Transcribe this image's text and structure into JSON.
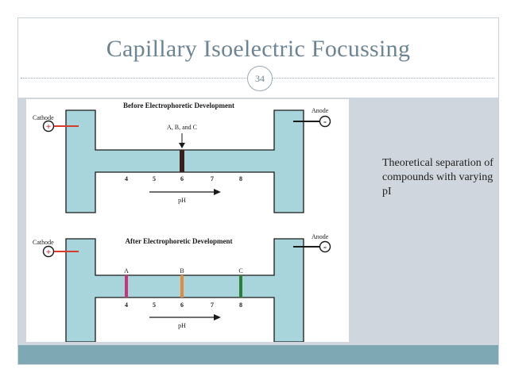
{
  "slide": {
    "title": "Capillary Isoelectric Focussing",
    "number": "34",
    "side_text": "Theoretical separation of compounds with varying pI"
  },
  "diagram": {
    "before": {
      "heading": "Before Electrophoretic Development",
      "cathode_label": "Cathode",
      "anode_label": "Anode",
      "cathode_sign": "+",
      "anode_sign": "-",
      "sample_label": "A, B, and C",
      "ticks": [
        "4",
        "5",
        "6",
        "7",
        "8"
      ],
      "ph_label": "pH"
    },
    "after": {
      "heading": "After Electrophoretic Development",
      "cathode_label": "Cathode",
      "anode_label": "Anode",
      "cathode_sign": "+",
      "anode_sign": "-",
      "band_labels": [
        "A",
        "B",
        "C"
      ],
      "ticks": [
        "4",
        "5",
        "6",
        "7",
        "8"
      ],
      "ph_label": "pH"
    },
    "colors": {
      "capillary_fill": "#a8d4dc",
      "outline": "#1a1a1a",
      "electrode_wire": "#d43c2c",
      "sample_band": "#3a1f1a",
      "band_a": "#c8337a",
      "band_b": "#e08a3a",
      "band_c": "#2f7d3a"
    }
  }
}
